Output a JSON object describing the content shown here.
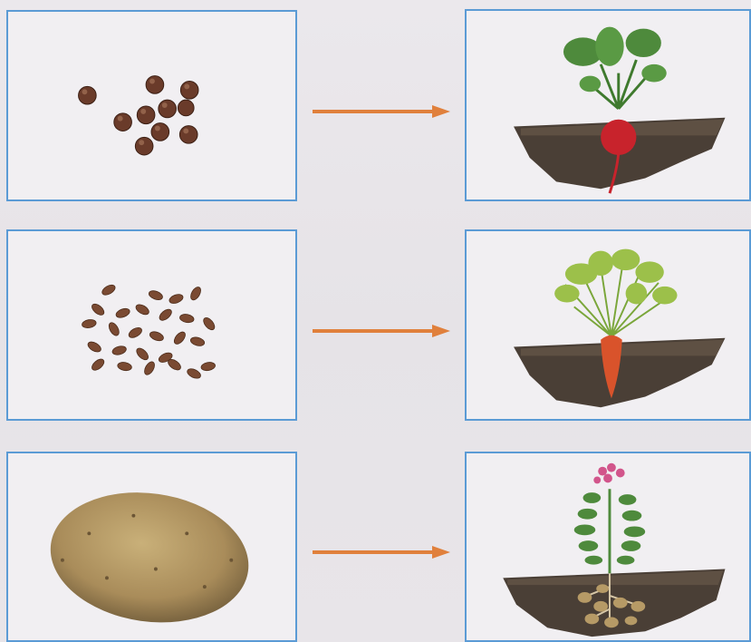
{
  "colors": {
    "panel_border": "#5b9bd5",
    "arrow": "#e0803c",
    "soil": "#4a3f36",
    "radish": "#c8232c",
    "carrot": "#d9532b",
    "leaf": "#4e8a3c",
    "seed": "#6a3b2a",
    "potato": "#a98c5a",
    "flower": "#d2558b"
  },
  "rows": [
    {
      "left": "radish-seeds",
      "right": "radish-plant"
    },
    {
      "left": "carrot-seeds",
      "right": "carrot-plant"
    },
    {
      "left": "potato-tuber",
      "right": "potato-plant"
    }
  ]
}
